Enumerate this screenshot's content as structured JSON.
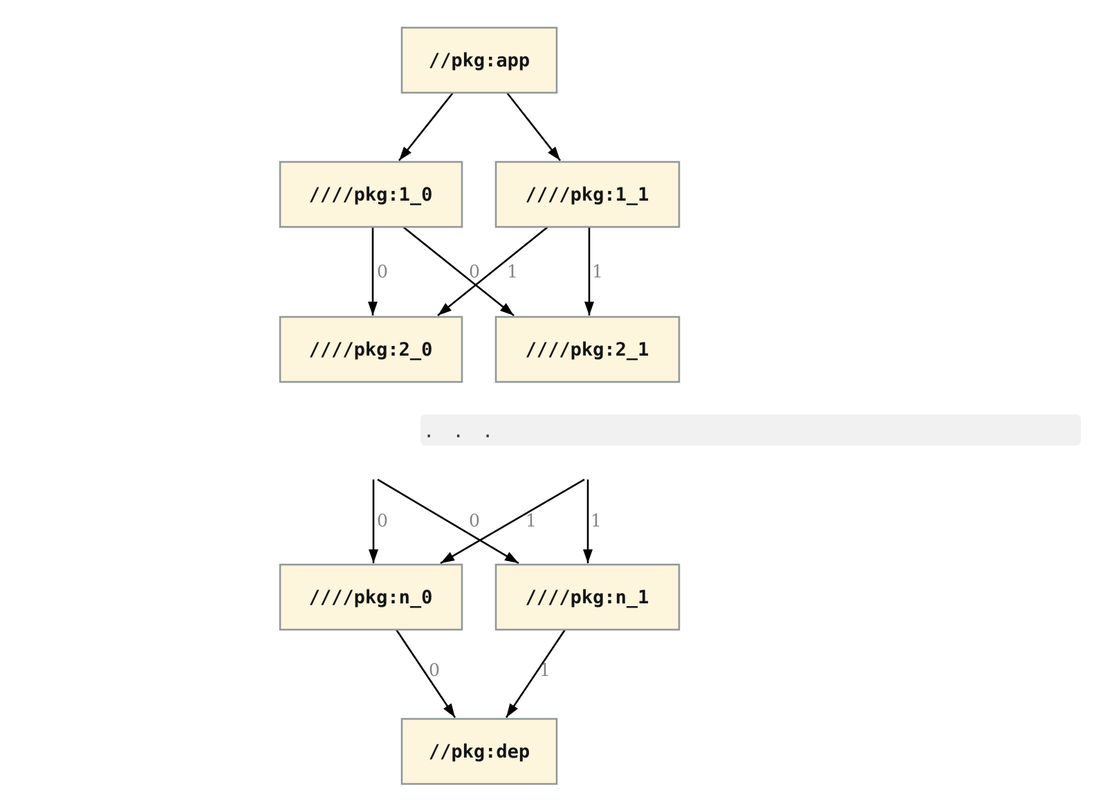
{
  "diagram": {
    "kind": "dependency-graph",
    "colors": {
      "background": "#ffffff",
      "node_fill": "#fdf5dc",
      "node_border": "#919999",
      "edge": "#000000",
      "edge_label": "#848484",
      "continuation_band": "#f1f1f1",
      "ellipsis_text": "#3c3c3c"
    },
    "nodes": [
      {
        "id": "app",
        "label": "//pkg:app"
      },
      {
        "id": "1_0",
        "label": "////pkg:1_0"
      },
      {
        "id": "1_1",
        "label": "////pkg:1_1"
      },
      {
        "id": "2_0",
        "label": "////pkg:2_0"
      },
      {
        "id": "2_1",
        "label": "////pkg:2_1"
      },
      {
        "id": "n_0",
        "label": "////pkg:n_0"
      },
      {
        "id": "n_1",
        "label": "////pkg:n_1"
      },
      {
        "id": "dep",
        "label": "//pkg:dep"
      }
    ],
    "edges": [
      {
        "from": "app",
        "to": "1_0",
        "label": ""
      },
      {
        "from": "app",
        "to": "1_1",
        "label": ""
      },
      {
        "from": "1_0",
        "to": "2_0",
        "label": "0"
      },
      {
        "from": "1_0",
        "to": "2_1",
        "label": "0"
      },
      {
        "from": "1_1",
        "to": "2_0",
        "label": "1"
      },
      {
        "from": "1_1",
        "to": "2_1",
        "label": "1"
      },
      {
        "from": "...",
        "to": "n_0",
        "label": "0"
      },
      {
        "from": "...",
        "to": "n_1",
        "label": "0"
      },
      {
        "from": "...",
        "to": "n_0",
        "label": "1"
      },
      {
        "from": "...",
        "to": "n_1",
        "label": "1"
      },
      {
        "from": "n_0",
        "to": "dep",
        "label": "0"
      },
      {
        "from": "n_1",
        "to": "dep",
        "label": "1"
      }
    ],
    "continuation": {
      "ellipsis": ". . ."
    }
  }
}
